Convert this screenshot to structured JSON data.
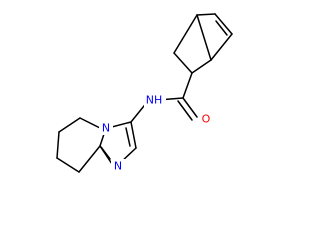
{
  "molecule": {
    "atoms": [
      {
        "id": "N_amide",
        "symbol": "N",
        "hcount": 1,
        "label": "NH",
        "color": "#0000FF"
      },
      {
        "id": "O_carbonyl",
        "symbol": "O",
        "label": "O",
        "color": "#FF0000"
      },
      {
        "id": "N_bridge",
        "symbol": "N",
        "label": "N",
        "color": "#0000FF"
      },
      {
        "id": "N_ring",
        "symbol": "N",
        "label": "N",
        "color": "#0000FF"
      }
    ],
    "bond_color": "#000000",
    "background": "#FFFFFF"
  }
}
